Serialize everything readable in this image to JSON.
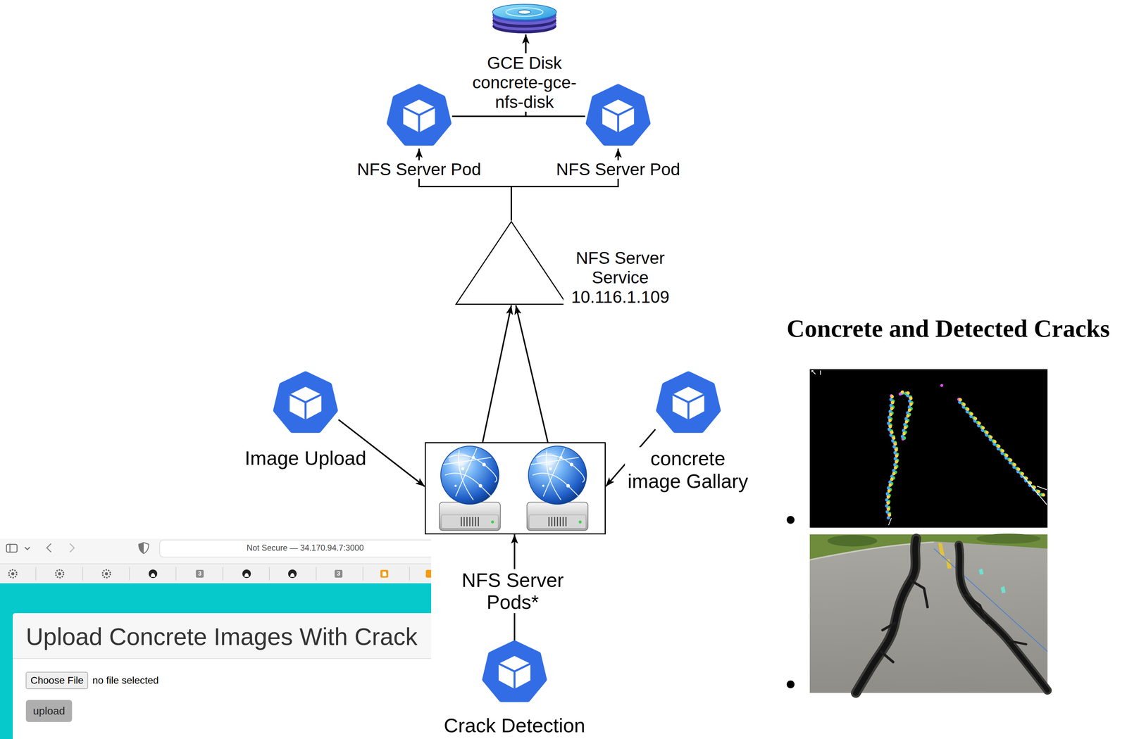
{
  "diagram": {
    "nodes": [
      {
        "text": [
          "GCE Disk concrete-gce-nfs-disk"
        ]
      },
      {
        "text": [
          "NFS Server Pod"
        ]
      },
      {
        "text": [
          "NFS Server Pod"
        ]
      },
      {
        "text": [
          "NFS Server Service 10.116.1.109"
        ]
      },
      {
        "text": [
          "Image Upload"
        ]
      },
      {
        "text": [
          "concrete image Gallary"
        ]
      },
      {
        "text": [
          "NFS Server Pods*"
        ]
      },
      {
        "text": [
          "Crack Detection"
        ]
      }
    ],
    "edges": [
      {
        "from": 1,
        "to": 0,
        "arrow": "to"
      },
      {
        "from": 2,
        "to": 0,
        "arrow": "to"
      },
      {
        "from": 3,
        "to": 1,
        "arrow": "to"
      },
      {
        "from": 3,
        "to": 2,
        "arrow": "to"
      },
      {
        "from": 6,
        "to": 3,
        "arrow": "to"
      },
      {
        "from": 6,
        "to": 3,
        "arrow": "to"
      },
      {
        "from": 4,
        "to": 6,
        "arrow": "to"
      },
      {
        "from": 5,
        "to": 6,
        "arrow": "to"
      },
      {
        "from": 7,
        "to": 6,
        "arrow": "to"
      }
    ],
    "labels": [
      "Not Secure — 34.170.94.7:3000",
      "3",
      "3",
      "Upload Concrete Images With Crack",
      "Choose File",
      "no file selected",
      "upload",
      "Concrete and Detected Cracks"
    ]
  }
}
